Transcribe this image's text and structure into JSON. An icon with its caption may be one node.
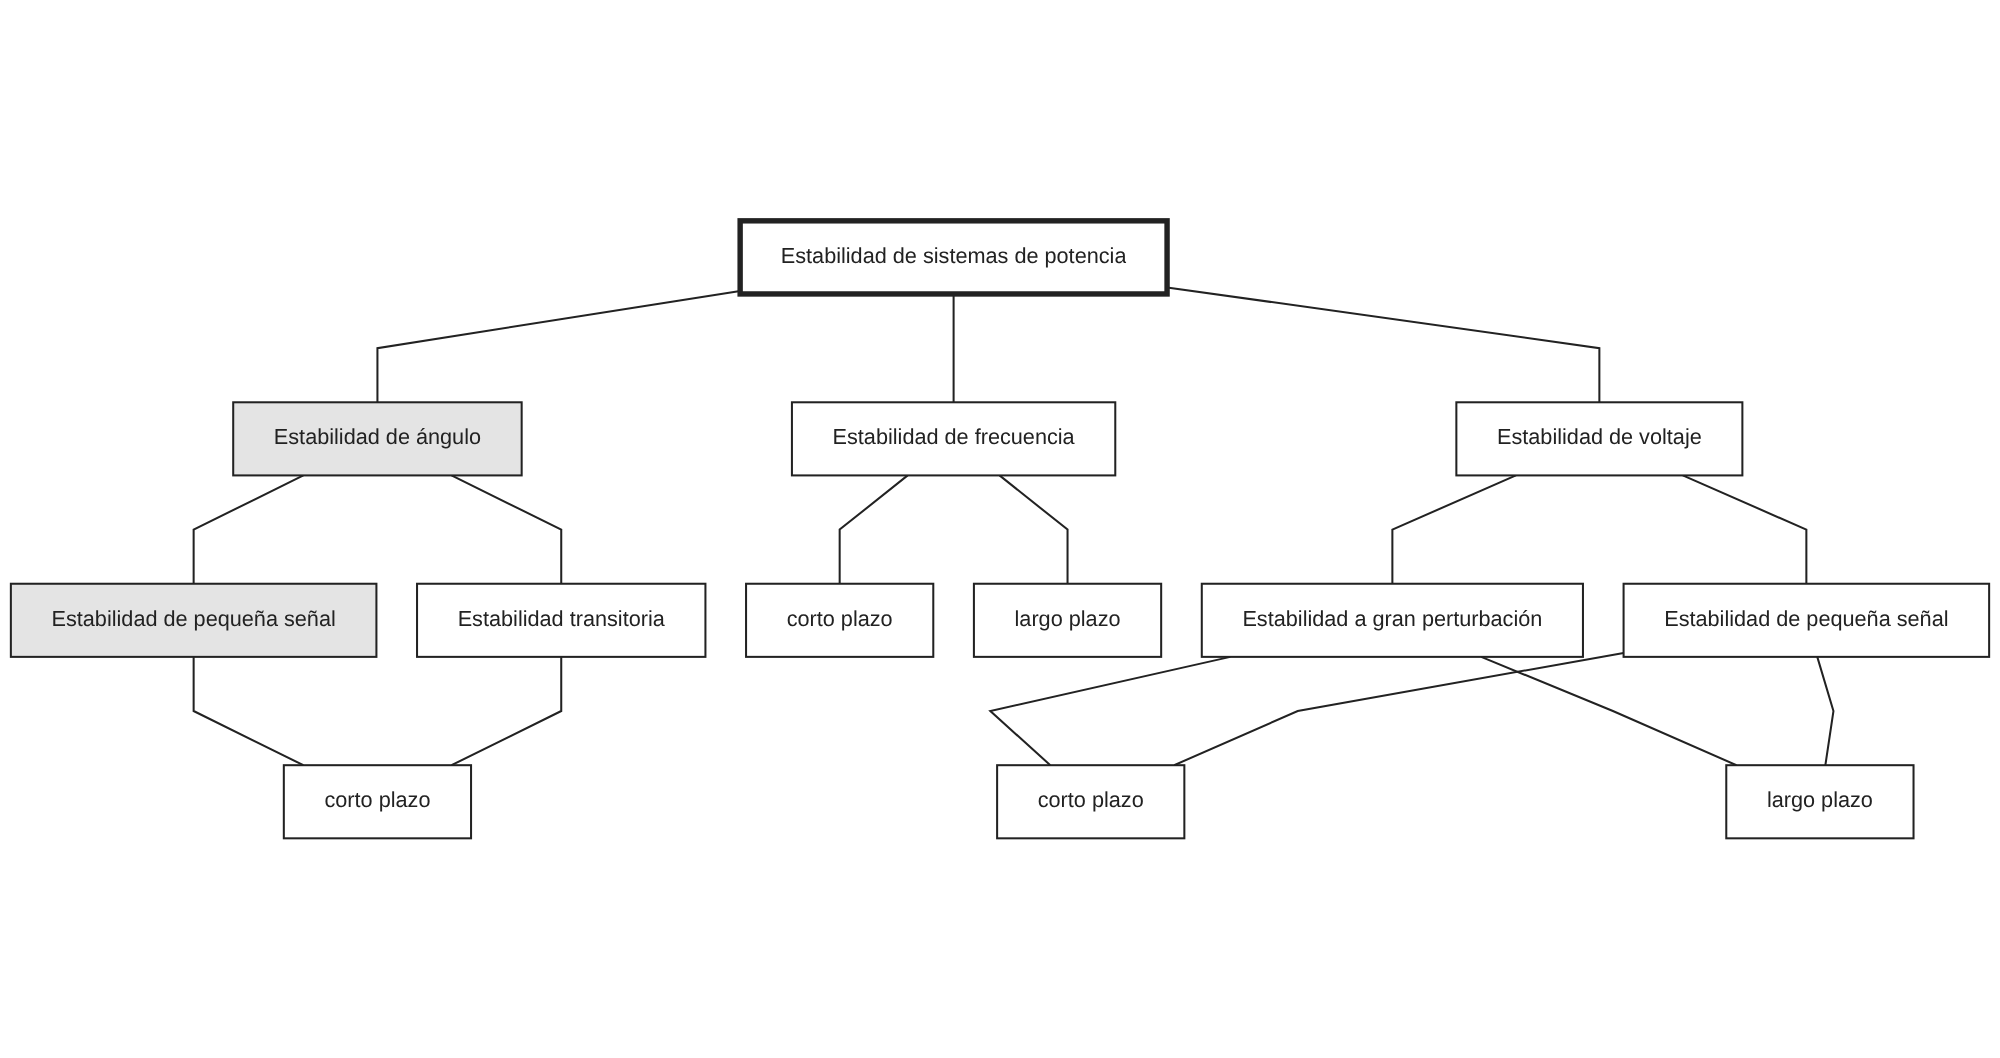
{
  "diagram": {
    "nodes": [
      {
        "text": [
          "Estabilidad de sistemas de potencia"
        ]
      },
      {
        "text": [
          "Estabilidad de ángulo"
        ]
      },
      {
        "text": [
          "Estabilidad de frecuencia"
        ]
      },
      {
        "text": [
          "Estabilidad de voltaje"
        ]
      },
      {
        "text": [
          "Estabilidad de pequeña señal"
        ]
      },
      {
        "text": [
          "Estabilidad transitoria"
        ]
      },
      {
        "text": [
          "corto plazo"
        ]
      },
      {
        "text": [
          "corto plazo"
        ]
      },
      {
        "text": [
          "largo plazo"
        ]
      },
      {
        "text": [
          "Estabilidad a gran perturbación"
        ]
      },
      {
        "text": [
          "Estabilidad de pequeña señal"
        ]
      },
      {
        "text": [
          "corto plazo"
        ]
      },
      {
        "text": [
          "largo plazo"
        ]
      }
    ],
    "edges": [
      {
        "from": 0,
        "to": 1,
        "arrow": "none"
      },
      {
        "from": 0,
        "to": 2,
        "arrow": "none"
      },
      {
        "from": 0,
        "to": 3,
        "arrow": "none"
      },
      {
        "from": 1,
        "to": 4,
        "arrow": "none"
      },
      {
        "from": 1,
        "to": 5,
        "arrow": "none"
      },
      {
        "from": 4,
        "to": 6,
        "arrow": "none"
      },
      {
        "from": 5,
        "to": 6,
        "arrow": "none"
      },
      {
        "from": 2,
        "to": 7,
        "arrow": "none"
      },
      {
        "from": 2,
        "to": 8,
        "arrow": "none"
      },
      {
        "from": 3,
        "to": 9,
        "arrow": "none"
      },
      {
        "from": 3,
        "to": 10,
        "arrow": "none"
      },
      {
        "from": 9,
        "to": 11,
        "arrow": "none"
      },
      {
        "from": 9,
        "to": 12,
        "arrow": "none"
      },
      {
        "from": 10,
        "to": 11,
        "arrow": "none"
      },
      {
        "from": 10,
        "to": 12,
        "arrow": "none"
      }
    ]
  }
}
